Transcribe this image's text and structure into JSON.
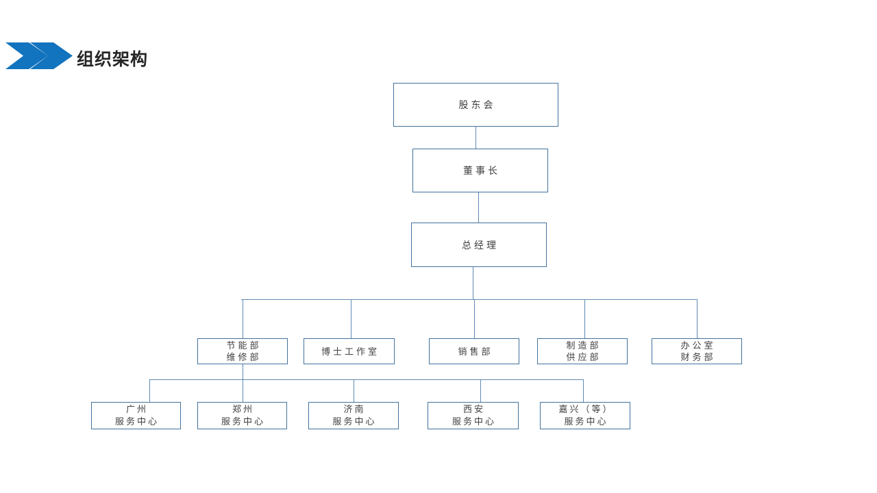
{
  "header": {
    "title": "组织架构"
  },
  "colors": {
    "accent_blue": "#1273BE",
    "box_border": "#41719C",
    "connector_line": "#5D89B4",
    "title_text": "#262626",
    "box_text": "#404040"
  },
  "org_chart": {
    "shareholders": {
      "label": "股东会"
    },
    "chairman": {
      "label": "董事长"
    },
    "general_manager": {
      "label": "总经理"
    },
    "departments": [
      {
        "lines": [
          "节能部",
          "维修部"
        ]
      },
      {
        "lines": [
          "博士工作室"
        ]
      },
      {
        "lines": [
          "销售部"
        ]
      },
      {
        "lines": [
          "制造部",
          "供应部"
        ]
      },
      {
        "lines": [
          "办公室",
          "财务部"
        ]
      }
    ],
    "service_centers": [
      {
        "lines": [
          "广州",
          "服务中心"
        ]
      },
      {
        "lines": [
          "郑州",
          "服务中心"
        ]
      },
      {
        "lines": [
          "济南",
          "服务中心"
        ]
      },
      {
        "lines": [
          "西安",
          "服务中心"
        ]
      },
      {
        "lines": [
          "嘉兴（等）",
          "服务中心"
        ]
      }
    ]
  }
}
